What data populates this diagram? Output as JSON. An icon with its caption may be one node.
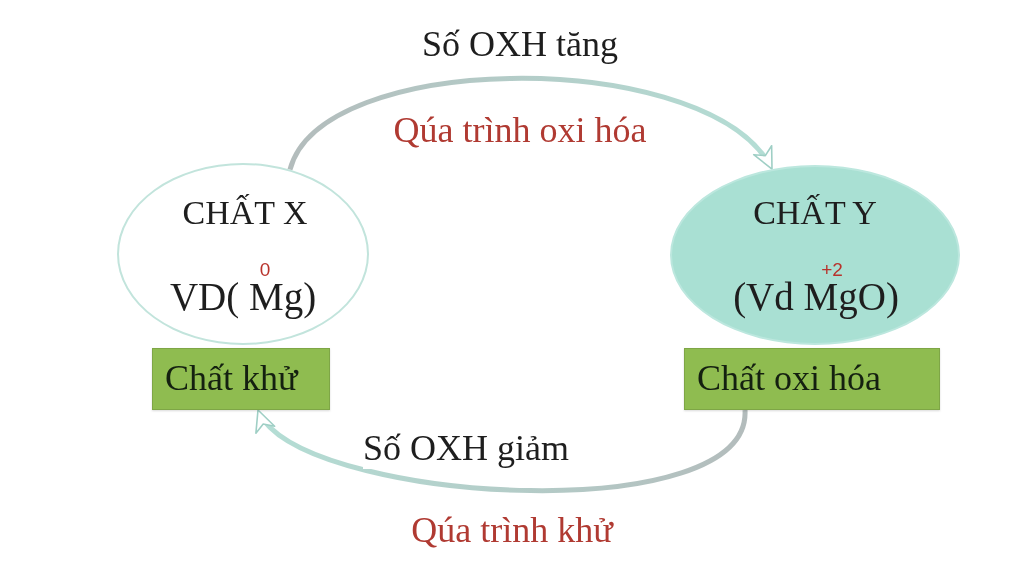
{
  "diagram": {
    "nodes": [
      {
        "text": [
          "CHẤT X",
          "0",
          "VD( Mg)"
        ]
      },
      {
        "text": [
          "Chất khử"
        ]
      },
      {
        "text": [
          "CHẤT Y",
          "+2",
          "(Vd MgO)"
        ]
      },
      {
        "text": [
          "Chất oxi hóa"
        ]
      }
    ],
    "edges": [
      {
        "from": 0,
        "to": 2,
        "arrow": "to",
        "label": "Số OXH tăng"
      },
      {
        "from": 3,
        "to": 1,
        "arrow": "to",
        "label": "Số OXH giảm"
      }
    ],
    "labels": [
      "Qúa trình oxi hóa",
      "Qúa trình khử"
    ]
  }
}
